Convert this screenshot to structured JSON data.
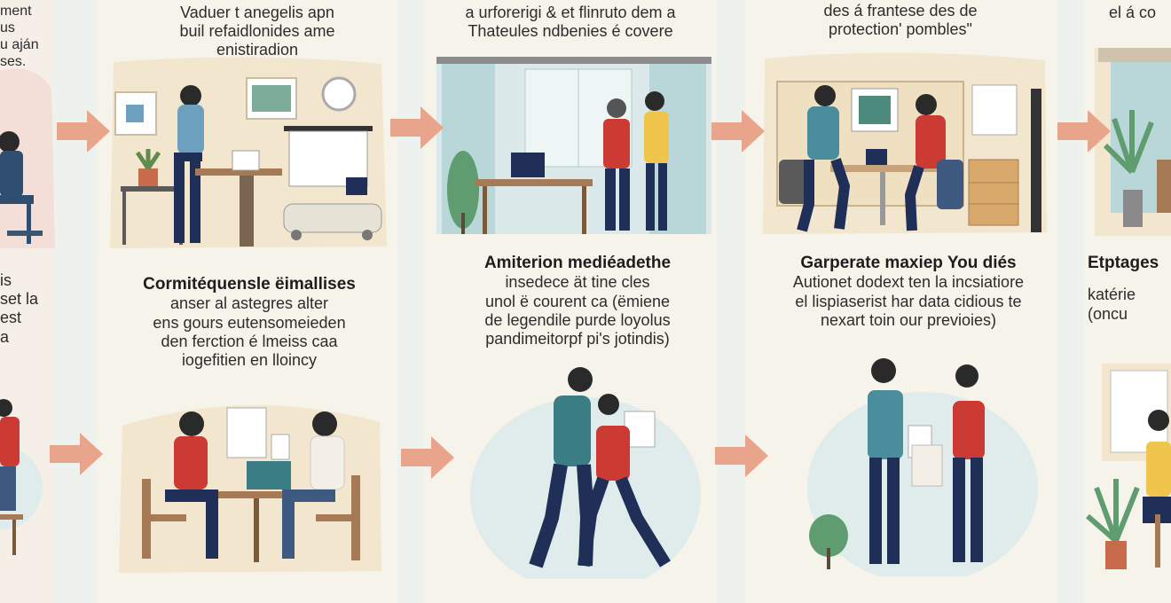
{
  "colors": {
    "arrow": "#e8a58c",
    "beige": "#f3e6cf",
    "paper": "#f6f3ea",
    "blue": "#6d9fbf",
    "red": "#cc3b33",
    "navy": "#1f2f57",
    "teal": "#3b7d84",
    "mint": "#dfeceb"
  },
  "top_captions": [
    {
      "lines": [
        "ment us",
        "u aján",
        "ses."
      ]
    },
    {
      "lines": [
        "Vaduer t anegelis apn",
        "buil refaidlonides ame",
        "enistiradion"
      ]
    },
    {
      "lines": [
        "a urforerigi & et flinruto dem a",
        "Thateules ndbenies é covere"
      ]
    },
    {
      "lines": [
        "des á frantese des de",
        "protection' pombles\""
      ]
    },
    {
      "lines": [
        "el á co"
      ]
    }
  ],
  "mid_captions": [
    {
      "heading": "",
      "lines": [
        "is",
        "set la",
        "est",
        "a"
      ]
    },
    {
      "heading": "Cormitéquensle ëimallises",
      "lines": [
        "anser al astegres alter",
        "ens gours eutensomeieden",
        "den ferction é lmeiss caa",
        "iogefitien en lloincy"
      ]
    },
    {
      "heading": "Amiterion mediéadethe",
      "lines": [
        "insedece ät tine cles",
        "unol ë courent ca (ëmiene",
        "de legendile purde loyolus",
        "pandimeitorpf pi's jotindis)"
      ]
    },
    {
      "heading": "Garperate maxiep You diés",
      "lines": [
        "Autionet dodext ten la incsiatiore",
        "el lispiaserist har data cidious te",
        "nexart toin our previoies)"
      ]
    },
    {
      "heading": "Etptages",
      "lines": [
        "katérie",
        "(oncu"
      ]
    }
  ]
}
